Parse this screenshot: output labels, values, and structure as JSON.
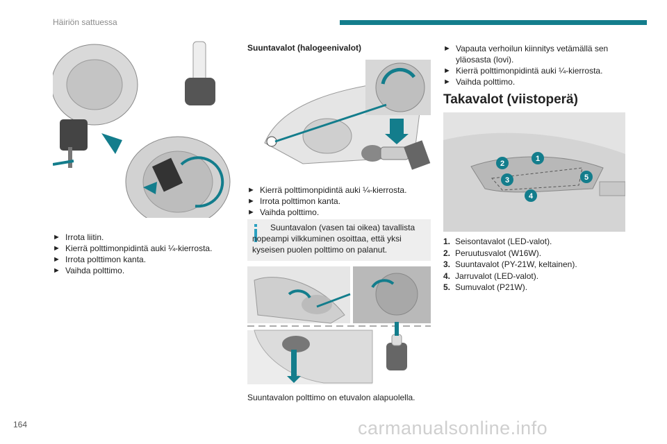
{
  "header": {
    "title": "Häiriön sattuessa",
    "accent_color": "#137d8c"
  },
  "page_number": "164",
  "watermark": "carmanualsonline.info",
  "col1": {
    "steps": [
      "Irrota liitin.",
      "Kierrä polttimonpidintä auki ¼-kierrosta.",
      "Irrota polttimon kanta.",
      "Vaihda polttimo."
    ]
  },
  "col2": {
    "section_title": "Suuntavalot (halogeenivalot)",
    "steps": [
      "Kierrä polttimonpidintä auki ¼-kierrosta.",
      "Irrota polttimon kanta.",
      "Vaihda polttimo."
    ],
    "info_text": "Suuntavalon (vasen tai oikea) tavallista nopeampi vilkkuminen osoittaa, että yksi kyseisen puolen polttimo on palanut.",
    "caption": "Suuntavalon polttimo on etuvalon alapuolella."
  },
  "col3": {
    "steps": [
      "Vapauta verhoilun kiinnitys vetämällä sen yläosasta (lovi).",
      "Kierrä polttimonpidintä auki ¼-kierrosta.",
      "Vaihda polttimo."
    ],
    "heading": "Takavalot (viistoperä)",
    "callouts": [
      "1",
      "2",
      "3",
      "4",
      "5"
    ],
    "legend": [
      {
        "num": "1.",
        "text": "Seisontavalot (LED-valot)."
      },
      {
        "num": "2.",
        "text": "Peruutusvalot (W16W)."
      },
      {
        "num": "3.",
        "text": "Suuntavalot (PY-21W, keltainen)."
      },
      {
        "num": "4.",
        "text": "Jarruvalot (LED-valot)."
      },
      {
        "num": "5.",
        "text": "Sumuvalot (P21W)."
      }
    ]
  }
}
